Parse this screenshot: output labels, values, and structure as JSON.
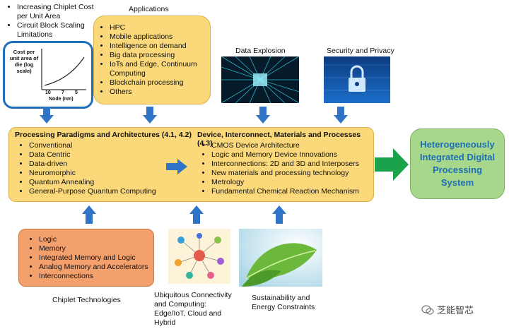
{
  "top_left": {
    "bullets": [
      "Increasing Chiplet Cost per Unit Area",
      "Circuit Block Scaling Limitations"
    ],
    "graph": {
      "ylabel": "Cost per unit area of die (log scale)",
      "xticks": [
        "10",
        "7",
        "5"
      ],
      "xlabel": "Node (nm)"
    }
  },
  "applications": {
    "title": "Applications",
    "items": [
      "HPC",
      "Mobile applications",
      "Intelligence on demand",
      "Big data processing",
      "IoTs and Edge, Continuum Computing",
      "Blockchain processing",
      "Others"
    ]
  },
  "data_explosion": {
    "title": "Data Explosion"
  },
  "security": {
    "title": "Security and Privacy"
  },
  "paradigms": {
    "title": "Processing Paradigms and Architectures (4.1, 4.2)",
    "items": [
      "Conventional",
      "Data Centric",
      "Data-driven",
      "Neuromorphic",
      "Quantum Annealing",
      "General-Purpose Quantum Computing"
    ]
  },
  "devices": {
    "title": "Device, Interconnect, Materials and Processes (4.3)",
    "items": [
      "CMOS Device Architecture",
      "Logic and Memory Device Innovations",
      "Interconnections: 2D and 3D and Interposers",
      "New materials and processing technology",
      "Metrology",
      "Fundamental Chemical Reaction Mechanism"
    ]
  },
  "result": {
    "title": "Heterogeneously Integrated Digital Processing System"
  },
  "chiplet": {
    "items": [
      "Logic",
      "Memory",
      "Integrated Memory and Logic",
      "Analog Memory and Accelerators",
      "Interconnections"
    ],
    "caption": "Chiplet Technologies"
  },
  "connectivity": {
    "caption": "Ubiquitous Connectivity and Computing: Edge/IoT, Cloud and Hybrid"
  },
  "sustainability": {
    "caption": "Sustainability and Energy Constraints"
  },
  "watermark": {
    "text": "芝能智芯"
  },
  "colors": {
    "arrow_blue": "#2f74c6",
    "arrow_green": "#1aa34a",
    "yellow": "#fbd97a",
    "orange": "#f4a06c",
    "green": "#a6d78b"
  }
}
